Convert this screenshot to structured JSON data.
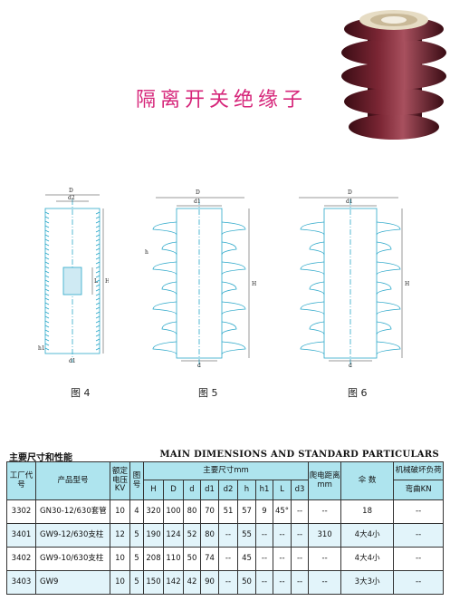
{
  "title": "隔离开关绝缘子",
  "figures": [
    {
      "label": "图 4"
    },
    {
      "label": "图 5"
    },
    {
      "label": "图 6"
    }
  ],
  "dim_letters": {
    "D": "D",
    "d": "d",
    "d1": "d1",
    "d2": "d2",
    "H": "H",
    "h": "h",
    "h1": "h1",
    "L": "L"
  },
  "section": {
    "left": "主要尺寸和性能",
    "right": "MAIN DIMENSIONS AND STANDARD PARTICULARS"
  },
  "table": {
    "h_factory": "工厂代号",
    "h_model": "产品型号",
    "h_voltage": "额定电压KV",
    "h_fig": "图号",
    "h_dims": "主要尺寸mm",
    "dim_cols": [
      "H",
      "D",
      "d",
      "d1",
      "d2",
      "h",
      "h1",
      "L",
      "d3"
    ],
    "h_creep": "爬电距离mm",
    "h_sheds": "伞 数",
    "h_load_top": "机械破坏负荷",
    "h_load_bottom": "弯曲KN",
    "rows": [
      {
        "code": "3302",
        "model": "GN30-12/630套管",
        "kv": "10",
        "fig": "4",
        "dims": [
          "320",
          "100",
          "80",
          "70",
          "51",
          "57",
          "9",
          "45°",
          "--"
        ],
        "creep": "--",
        "sheds": "18",
        "load": "--"
      },
      {
        "code": "3401",
        "model": "GW9-12/630支柱",
        "kv": "12",
        "fig": "5",
        "dims": [
          "190",
          "124",
          "52",
          "80",
          "--",
          "55",
          "--",
          "--",
          "--"
        ],
        "creep": "310",
        "sheds": "4大4小",
        "load": "--"
      },
      {
        "code": "3402",
        "model": "GW9-10/630支柱",
        "kv": "10",
        "fig": "5",
        "dims": [
          "208",
          "110",
          "50",
          "74",
          "--",
          "45",
          "--",
          "--",
          "--"
        ],
        "creep": "--",
        "sheds": "4大4小",
        "load": "--"
      },
      {
        "code": "3403",
        "model": "GW9",
        "kv": "10",
        "fig": "5",
        "dims": [
          "150",
          "142",
          "42",
          "90",
          "--",
          "50",
          "--",
          "--",
          "--"
        ],
        "creep": "--",
        "sheds": "3大3小",
        "load": "--"
      }
    ]
  },
  "colors": {
    "title": "#d6267a",
    "header_bg": "#aee4ee",
    "row_alt_bg": "#e2f4fa",
    "drawing_line": "#2aa7c9",
    "porcelain": "#6a1f2a"
  }
}
